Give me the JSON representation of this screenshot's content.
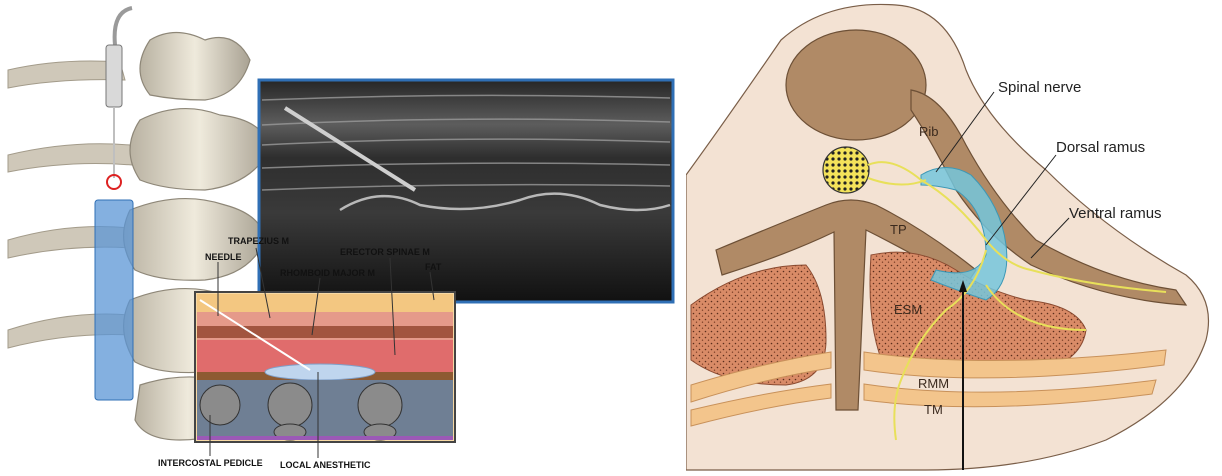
{
  "left_panel": {
    "labels": {
      "trapezius": "TRAPEZIUS M",
      "needle": "NEEDLE",
      "erector_spinae": "ERECTOR SPINAE M",
      "rhomboid_major": "RHOMBOID MAJOR M",
      "fat": "FAT",
      "intercostal_pedicle": "INTERCOSTAL PEDICLE",
      "local_anesthetic": "LOCAL ANESTHETIC"
    },
    "colors": {
      "ultrasound_frame": "#2f6fb5",
      "probe_overlay": "#5b95d6",
      "bone": "#e8e2d2"
    }
  },
  "right_panel": {
    "labels": {
      "spinal_nerve": "Spinal nerve",
      "dorsal_ramus": "Dorsal ramus",
      "ventral_ramus": "Ventral ramus",
      "rib": "Rib",
      "tp": "TP",
      "esm": "ESM",
      "rmm": "RMM",
      "tm": "TM"
    },
    "colors": {
      "skin": "#f3e2d3",
      "bone": "#b08a66",
      "muscle": "#d88c6a",
      "nerve": "#e8e05a",
      "anesthetic": "#74c6dc"
    }
  }
}
